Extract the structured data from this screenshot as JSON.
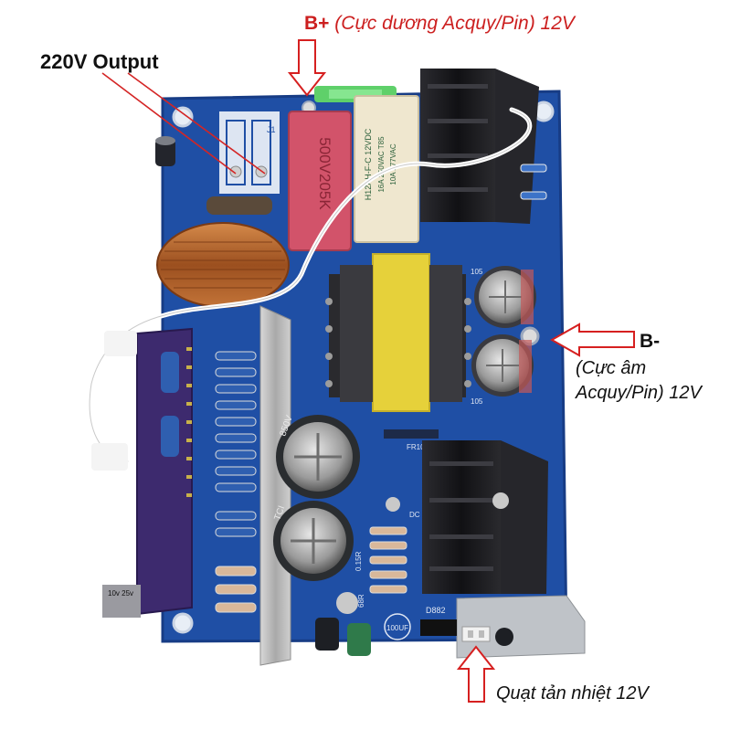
{
  "labels": {
    "output_220v": "220V Output",
    "b_plus": "B+",
    "b_plus_desc": "(Cực dương Acquy/Pin) 12V",
    "b_minus": "B-",
    "b_minus_desc_1": "(Cực âm",
    "b_minus_desc_2": "Acquy/Pin) 12V",
    "fan": "Quạt tản nhiệt 12V"
  },
  "component_markings": {
    "capacitor_film": "500V205K",
    "relay_line1": "H12AH-F-C 12VDC",
    "relay_line2": "16A 250VAC T85",
    "relay_line3": "10A 277VAC",
    "cap_big_left_top": "850V",
    "cap_big_left_bottom": "TCI",
    "cap_tag": "10v 25v",
    "silk_d882": "D882",
    "silk_100uf": "100UF",
    "silk_105_a": "105",
    "silk_105_b": "105",
    "silk_fr107": "FR107*2",
    "silk_015r": "0.15R",
    "silk_68r": "68R",
    "silk_dc": "DC",
    "silk_j1": "J1"
  },
  "colors": {
    "board_blue": "#1f4fa5",
    "board_blue_dark": "#173c85",
    "arrow_red": "#d62020",
    "line_red": "#d42525",
    "heatsink": "#1b1b1f",
    "daughter_board": "#3d2a6e",
    "transformer_yellow": "#e6d13a",
    "capacitor_pink": "#d2536a",
    "relay_cream": "#efe7cf",
    "fuse_green": "#5fd06a",
    "copper": "#b4622a"
  }
}
